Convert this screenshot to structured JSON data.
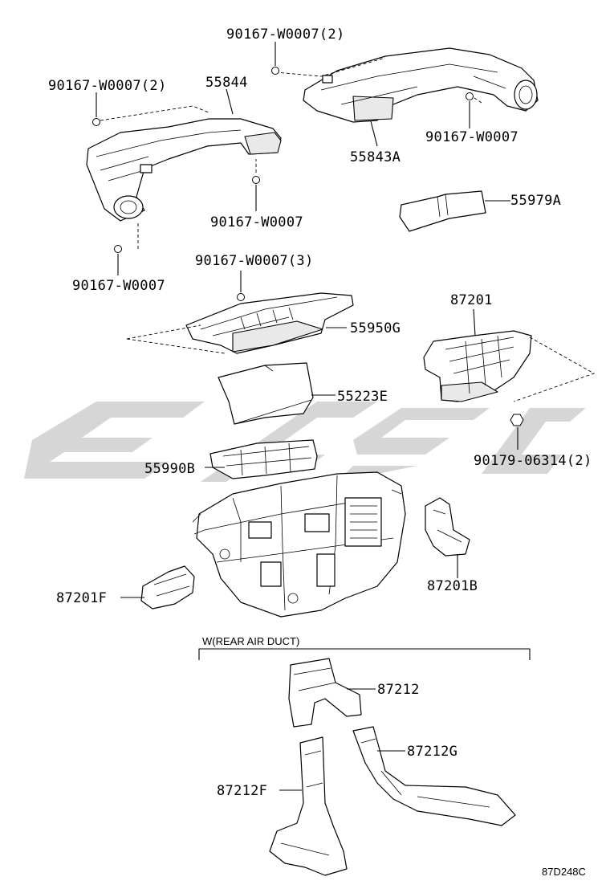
{
  "diagram_code": "87D248C",
  "section_title": "W(REAR AIR DUCT)",
  "parts": {
    "p55844": "55844",
    "p55843A": "55843A",
    "p55979A": "55979A",
    "p55950G": "55950G",
    "p87201": "87201",
    "p55223E": "55223E",
    "p55990B": "55990B",
    "p87201F": "87201F",
    "p87201B": "87201B",
    "p87212": "87212",
    "p87212G": "87212G",
    "p87212F": "87212F"
  },
  "fasteners": {
    "f_top_right_2": "90167-W0007(2)",
    "f_top_left_2": "90167-W0007(2)",
    "f_right_single": "90167-W0007",
    "f_mid_single": "90167-W0007",
    "f_left_single": "90167-W0007",
    "f_center_3": "90167-W0007(3)",
    "f_nut_2": "90179-06314(2)"
  },
  "watermark_color": "#c8c8c8"
}
